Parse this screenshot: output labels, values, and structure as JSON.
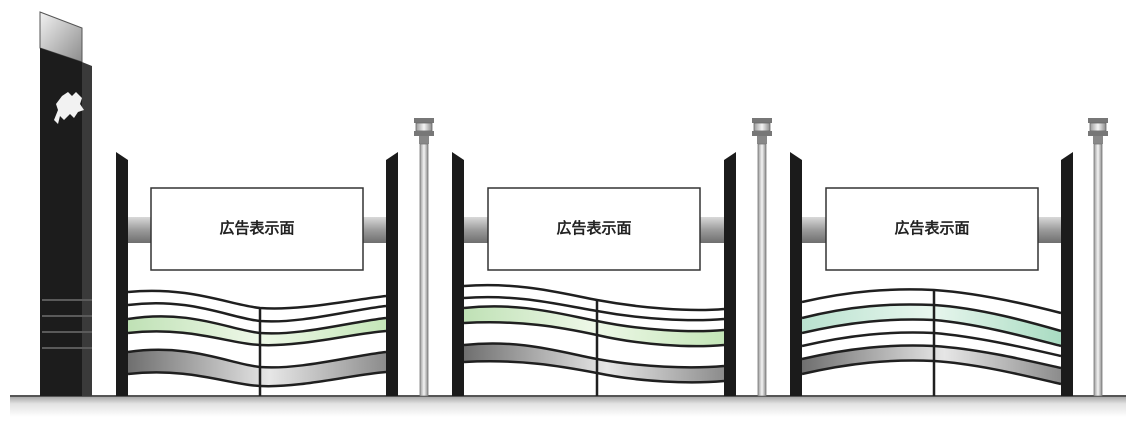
{
  "signs": [
    {
      "label": "広告表示面"
    },
    {
      "label": "広告表示面"
    },
    {
      "label": "広告表示面"
    }
  ],
  "colors": {
    "post_dark": "#1b1b1b",
    "panel_border": "#333333",
    "band_green": "#cfe8c2",
    "band_green_2": "#bfe3cf",
    "band_gray": "#8a8a8a",
    "ground": "#d8d8d8"
  }
}
